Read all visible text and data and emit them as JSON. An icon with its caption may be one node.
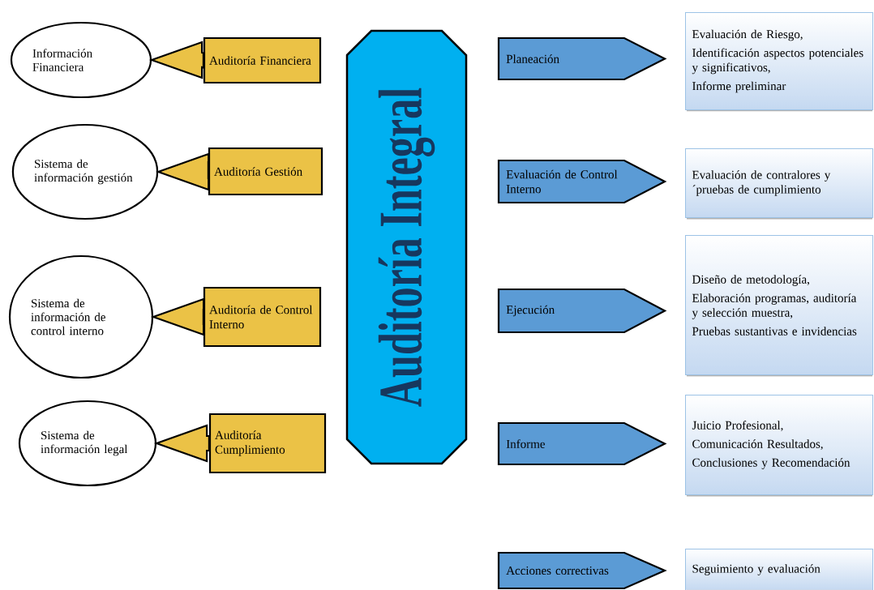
{
  "diagram": {
    "nodes": [
      {
        "text": [
          "Información Financiera"
        ]
      },
      {
        "text": [
          "Auditoría Financiera"
        ]
      },
      {
        "text": [
          "Sistema de información gestión"
        ]
      },
      {
        "text": [
          "Auditoría Gestión"
        ]
      },
      {
        "text": [
          "Sistema de información de control interno"
        ]
      },
      {
        "text": [
          "Auditoría de Control Interno"
        ]
      },
      {
        "text": [
          "Sistema de información legal"
        ]
      },
      {
        "text": [
          "Auditoría Cumplimiento"
        ]
      },
      {
        "text": [
          "Auditoría Integral"
        ]
      },
      {
        "text": [
          "Planeación"
        ]
      },
      {
        "text": [
          "Evaluación de Riesgo,",
          "Identificación aspectos potenciales y significativos,",
          "Informe preliminar"
        ]
      },
      {
        "text": [
          "Evaluación de Control Interno"
        ]
      },
      {
        "text": [
          "Evaluación de contralores y ´pruebas de cumplimiento"
        ]
      },
      {
        "text": [
          "Ejecución"
        ]
      },
      {
        "text": [
          "Diseño de metodología,",
          "Elaboración programas, auditoría y selección muestra,",
          "Pruebas sustantivas e invidencias"
        ]
      },
      {
        "text": [
          "Informe"
        ]
      },
      {
        "text": [
          "Juicio Profesional,",
          "Comunicación Resultados,",
          "Conclusiones y Recomendación"
        ]
      },
      {
        "text": [
          "Acciones correctivas"
        ]
      },
      {
        "text": [
          "Seguimiento y evaluación"
        ]
      }
    ],
    "edges": [
      {
        "from": 1,
        "to": 0,
        "arrow": "to"
      },
      {
        "from": 3,
        "to": 2,
        "arrow": "to"
      },
      {
        "from": 5,
        "to": 4,
        "arrow": "to"
      },
      {
        "from": 7,
        "to": 6,
        "arrow": "to"
      }
    ]
  }
}
